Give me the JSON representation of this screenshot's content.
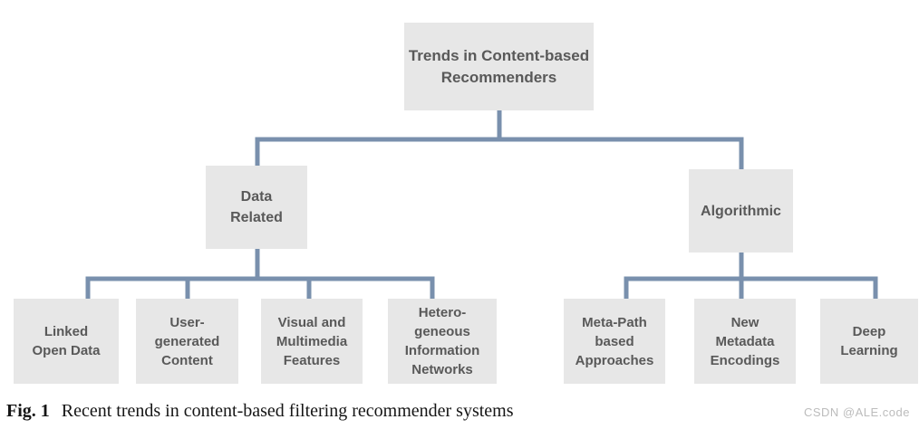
{
  "figure": {
    "caption_label": "Fig. 1",
    "caption_text": "Recent trends in content-based filtering recommender systems",
    "watermark": "CSDN @ALE.code"
  },
  "colors": {
    "node_fill": "#e7e7e7",
    "node_text": "#595959",
    "connector": "#7990ad",
    "watermark": "#bcbcbc"
  },
  "diagram": {
    "type": "tree",
    "title": "Trends in Content-based Recommenders",
    "nodes": {
      "root": {
        "label": "Trends in Content-based\nRecommenders"
      },
      "data_related": {
        "label": "Data\nRelated"
      },
      "algorithmic": {
        "label": "Algorithmic"
      },
      "linked_open_data": {
        "label": "Linked\nOpen Data"
      },
      "user_generated_content": {
        "label": "User-\ngenerated\nContent"
      },
      "visual_multimedia_features": {
        "label": "Visual and\nMultimedia\nFeatures"
      },
      "heterogeneous_information_networks": {
        "label": "Hetero-\ngeneous\nInformation\nNetworks"
      },
      "meta_path_based_approaches": {
        "label": "Meta-Path\nbased\nApproaches"
      },
      "new_metadata_encodings": {
        "label": "New\nMetadata\nEncodings"
      },
      "deep_learning": {
        "label": "Deep\nLearning"
      }
    },
    "edges": [
      [
        "root",
        "data_related"
      ],
      [
        "root",
        "algorithmic"
      ],
      [
        "data_related",
        "linked_open_data"
      ],
      [
        "data_related",
        "user_generated_content"
      ],
      [
        "data_related",
        "visual_multimedia_features"
      ],
      [
        "data_related",
        "heterogeneous_information_networks"
      ],
      [
        "algorithmic",
        "meta_path_based_approaches"
      ],
      [
        "algorithmic",
        "new_metadata_encodings"
      ],
      [
        "algorithmic",
        "deep_learning"
      ]
    ]
  }
}
